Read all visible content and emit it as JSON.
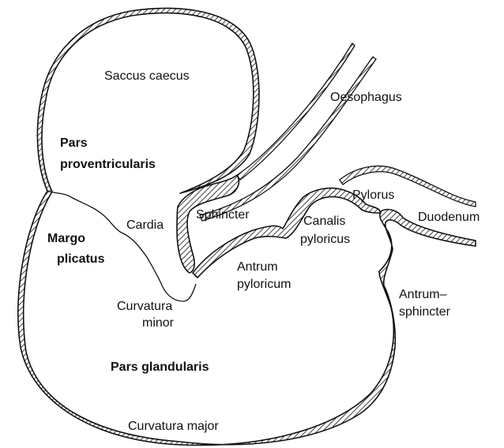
{
  "labels": {
    "saccus_caecus": "Saccus caecus",
    "oesophagus": "Oesophagus",
    "pars_proventricularis_1": "Pars",
    "pars_proventricularis_2": "proventricularis",
    "pylorus": "Pylorus",
    "sphincter": "Sphincter",
    "canalis_1": "Canalis",
    "canalis_2": "pyloricus",
    "duodenum": "Duodenum",
    "cardia": "Cardia",
    "margo_1": "Margo",
    "margo_2": "plicatus",
    "antrum_pyloricum_1": "Antrum",
    "antrum_pyloricum_2": "pyloricum",
    "antrum_sphincter_1": "Antrum–",
    "antrum_sphincter_2": "sphincter",
    "curvatura_minor_1": "Curvatura",
    "curvatura_minor_2": "minor",
    "pars_glandularis": "Pars glandularis",
    "curvatura_major": "Curvatura major"
  },
  "colors": {
    "line": "#111111",
    "background": "#ffffff"
  }
}
